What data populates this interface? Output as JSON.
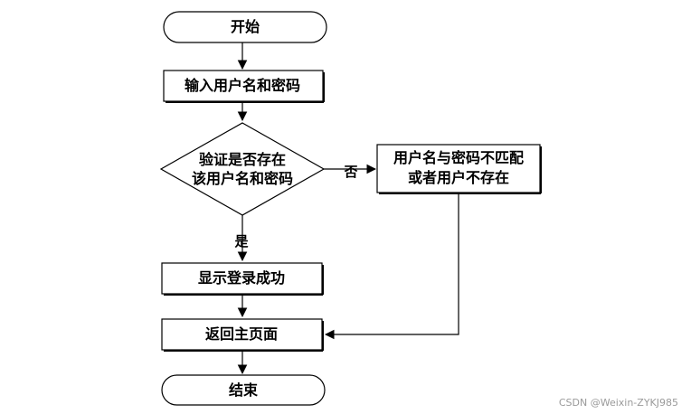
{
  "flowchart": {
    "start": "开始",
    "input": "输入用户名和密码",
    "decision": [
      "验证是否存在",
      "该用户名和密码"
    ],
    "error": [
      "用户名与密码不匹配",
      "或者用户不存在"
    ],
    "success": "显示登录成功",
    "back": "返回主页面",
    "end": "结束",
    "yes_label": "是",
    "no_label": "否"
  },
  "watermark": "CSDN @Weixin-ZYKJ985"
}
